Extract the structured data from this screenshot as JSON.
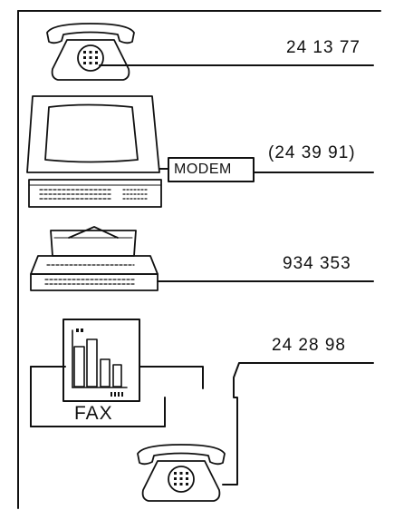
{
  "lines": {
    "telephone": "24 13 77",
    "computer": "(24 39 91)",
    "telex": "934 353",
    "fax": "24 28 98"
  },
  "labels": {
    "modem": "MODEM",
    "fax": "FAX"
  }
}
